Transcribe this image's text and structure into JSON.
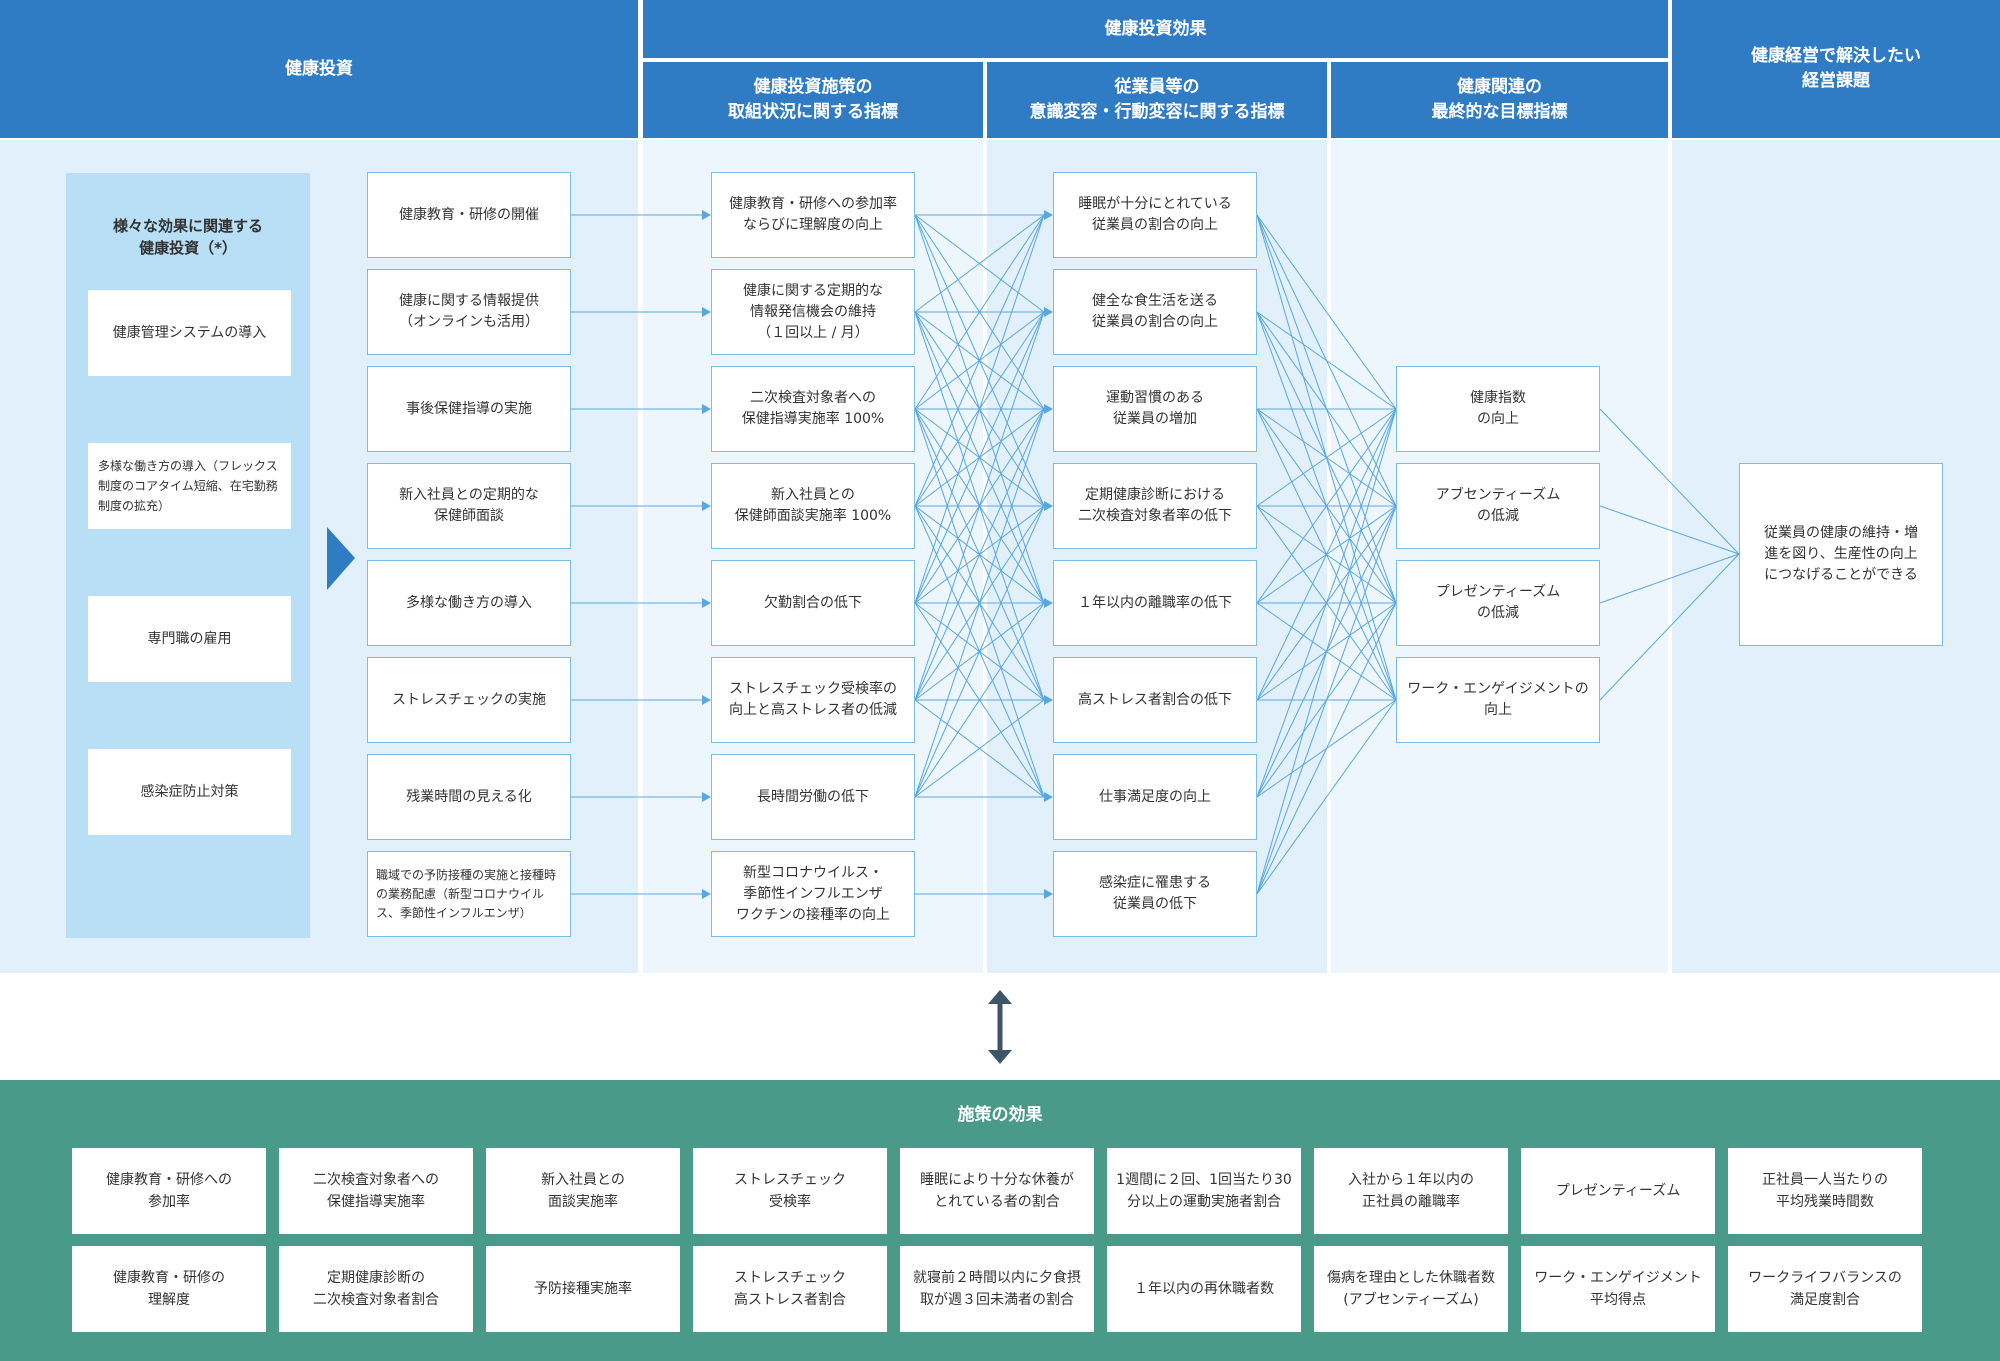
{
  "header": {
    "investment": "健康投資",
    "effect": "健康投資効果",
    "col_measures": "健康投資施策の\n取組状況に関する指標",
    "col_employee": "従業員等の\n意識変容・行動変容に関する指標",
    "col_final": "健康関連の\n最終的な目標指標",
    "col_issue": "健康経営で解決したい\n経営課題"
  },
  "left_panel": {
    "title": "様々な効果に関連する\n健康投資（*）",
    "items": [
      "健康管理システムの導入",
      "多様な働き方の導入（フレックス制度のコアタイム短縮、在宅勤務制度の拡充）",
      "専門職の雇用",
      "感染症防止対策"
    ]
  },
  "investments": [
    "健康教育・研修の開催",
    "健康に関する情報提供\n（オンラインも活用）",
    "事後保健指導の実施",
    "新入社員との定期的な\n保健師面談",
    "多様な働き方の導入",
    "ストレスチェックの実施",
    "残業時間の見える化",
    "職域での予防接種の実施と接種時の業務配慮（新型コロナウイルス、季節性インフルエンザ）"
  ],
  "measures": [
    "健康教育・研修への参加率\nならびに理解度の向上",
    "健康に関する定期的な\n情報発信機会の維持\n（１回以上 / 月）",
    "二次検査対象者への\n保健指導実施率 100%",
    "新入社員との\n保健師面談実施率 100%",
    "欠勤割合の低下",
    "ストレスチェック受検率の\n向上と高ストレス者の低減",
    "長時間労働の低下",
    "新型コロナウイルス・\n季節性インフルエンザ\nワクチンの接種率の向上"
  ],
  "employee_indicators": [
    "睡眠が十分にとれている\n従業員の割合の向上",
    "健全な食生活を送る\n従業員の割合の向上",
    "運動習慣のある\n従業員の増加",
    "定期健康診断における\n二次検査対象者率の低下",
    "１年以内の離職率の低下",
    "高ストレス者割合の低下",
    "仕事満足度の向上",
    "感染症に罹患する\n従業員の低下"
  ],
  "final_indicators": [
    "健康指数\nの向上",
    "アブセンティーズム\nの低減",
    "プレゼンティーズム\nの低減",
    "ワーク・エンゲイジメントの\n向上"
  ],
  "issue": "従業員の健康の維持・増進を図り、生産性の向上につなげることができる",
  "policy_effects": {
    "title": "施策の効果",
    "row1": [
      "健康教育・研修への\n参加率",
      "二次検査対象者への\n保健指導実施率",
      "新入社員との\n面談実施率",
      "ストレスチェック\n受検率",
      "睡眠により十分な休養が\nとれている者の割合",
      "1週間に２回、1回当たり30\n分以上の運動実施者割合",
      "入社から１年以内の\n正社員の離職率",
      "プレゼンティーズム",
      "正社員一人当たりの\n平均残業時間数"
    ],
    "row2": [
      "健康教育・研修の\n理解度",
      "定期健康診断の\n二次検査対象者割合",
      "予防接種実施率",
      "ストレスチェック\n高ストレス者割合",
      "就寝前２時間以内に夕食摂\n取が週３回未満者の割合",
      "１年以内の再休職者数",
      "傷病を理由とした休職者数\n(アブセンティーズム)",
      "ワーク・エンゲイジメント\n平均得点",
      "ワークライフバランスの\n満足度割合"
    ]
  },
  "colors": {
    "header_blue": "#2f7cc4",
    "band_blue": "#e1f0fa",
    "left_panel": "#b8dff5",
    "line_blue": "#5aa7dd",
    "arrow_blue": "#2f7cc4",
    "green": "#4a9a8a",
    "double_arrow": "#3d5566"
  },
  "icons": {
    "flow_arrow": "triangle-right-icon",
    "relation_arrow": "double-arrow-vertical-icon"
  }
}
